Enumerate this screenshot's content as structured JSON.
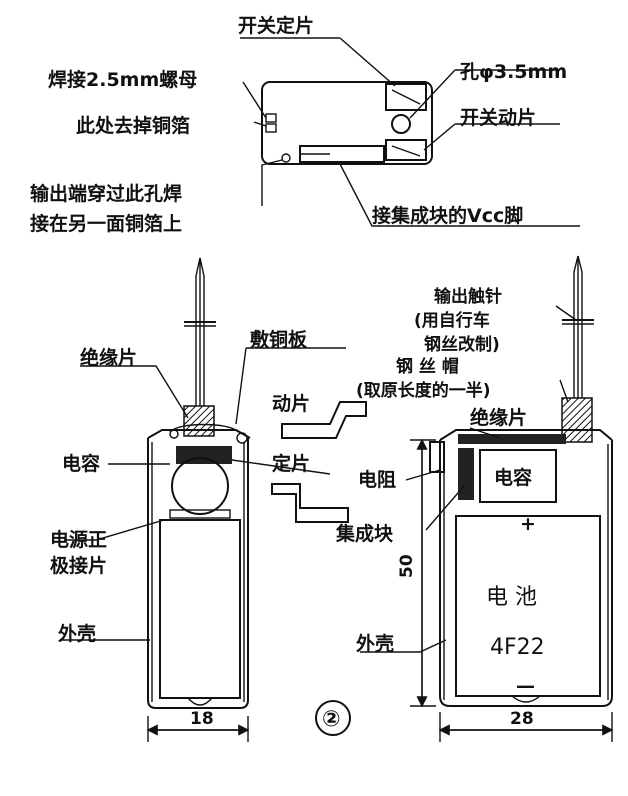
{
  "labels": {
    "top": {
      "switch_fixed": "开关定片",
      "weld_nut": "焊接2.5mm螺母",
      "hole": "孔φ3.5mm",
      "remove_foil": "此处去掉铜箔",
      "switch_moving": "开关动片",
      "output_line1": "输出端穿过此孔焊",
      "output_line2": "接在另一面铜箔上",
      "vcc": "接集成块的Vcc脚"
    },
    "left": {
      "insulator": "绝缘片",
      "copper_board": "敷铜板",
      "moving_piece": "动片",
      "capacitor": "电容",
      "fixed_piece": "定片",
      "power_pos_line1": "电源正",
      "power_pos_line2": "极接片",
      "shell": "外壳",
      "dim_width": "18"
    },
    "right": {
      "pin_line1": "输出触针",
      "pin_line2": "(用自行车",
      "pin_line3": "钢丝改制)",
      "cap_line1": "钢 丝 帽",
      "cap_line2": "(取原长度的一半)",
      "insulator": "绝缘片",
      "resistor": "电阻",
      "capacitor_box": "电容",
      "ic": "集成块",
      "plus": "+",
      "battery_line1": "电  池",
      "battery_line2": "4F22",
      "minus": "—",
      "shell": "外壳",
      "dim_height": "50",
      "dim_width": "28"
    },
    "figure_number": "②"
  }
}
